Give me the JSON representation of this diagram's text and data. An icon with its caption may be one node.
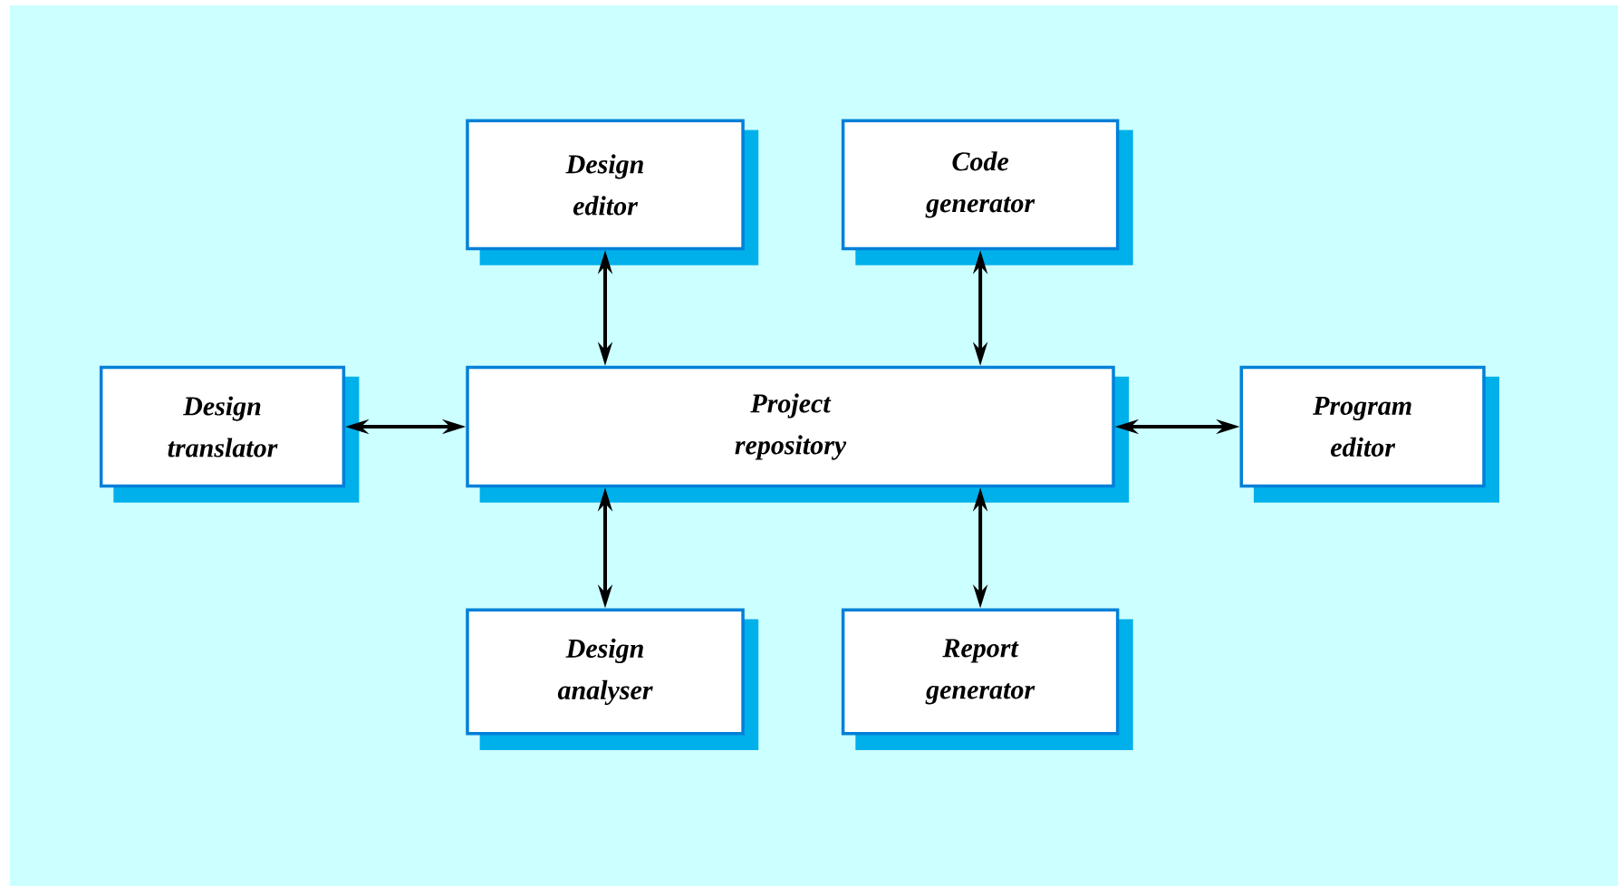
{
  "diagram": {
    "nodes": [
      {
        "text": [
          "Design editor"
        ]
      },
      {
        "text": [
          "Code generator"
        ]
      },
      {
        "text": [
          "Design translator"
        ]
      },
      {
        "text": [
          "Project repository"
        ]
      },
      {
        "text": [
          "Program editor"
        ]
      },
      {
        "text": [
          "Design analyser"
        ]
      },
      {
        "text": [
          "Report generator"
        ]
      }
    ],
    "edges": [
      {
        "from": 0,
        "to": 3,
        "arrow": "both"
      },
      {
        "from": 1,
        "to": 3,
        "arrow": "both"
      },
      {
        "from": 2,
        "to": 3,
        "arrow": "both"
      },
      {
        "from": 3,
        "to": 4,
        "arrow": "both"
      },
      {
        "from": 3,
        "to": 5,
        "arrow": "both"
      },
      {
        "from": 3,
        "to": 6,
        "arrow": "both"
      }
    ]
  }
}
